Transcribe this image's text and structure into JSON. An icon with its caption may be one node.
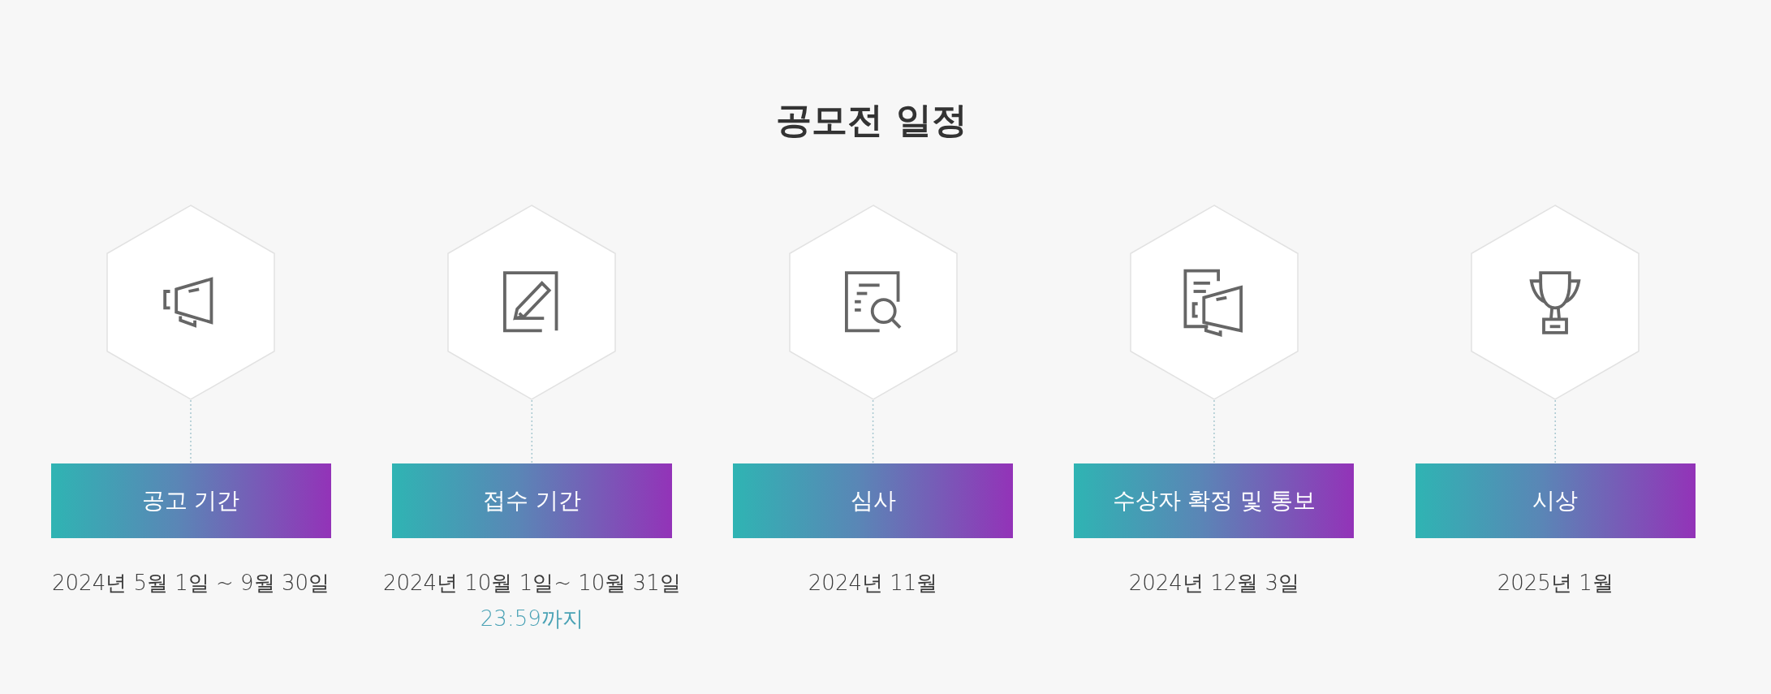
{
  "diagram": {
    "title": "공모전 일정",
    "nodes": [
      {
        "text": [],
        "shape": "hexagon"
      },
      {
        "text": [
          "공고 기간"
        ],
        "beside": [
          "2024년 5월 1일 ~ 9월 30일"
        ]
      },
      {
        "text": [],
        "shape": "hexagon"
      },
      {
        "text": [
          "접수 기간"
        ],
        "beside": [
          "2024년 10월 1일~ 10월 31일",
          "23:59까지"
        ]
      },
      {
        "text": [],
        "shape": "hexagon"
      },
      {
        "text": [
          "심사"
        ],
        "beside": [
          "2024년 11월"
        ]
      },
      {
        "text": [],
        "shape": "hexagon"
      },
      {
        "text": [
          "수상자 확정 및 통보"
        ],
        "beside": [
          "2024년 12월 3일"
        ]
      },
      {
        "text": [],
        "shape": "hexagon"
      },
      {
        "text": [
          "시상"
        ],
        "beside": [
          "2025년 1월"
        ]
      }
    ],
    "edges": [
      {
        "from": 0,
        "to": 1,
        "arrow": "none",
        "style": "dashed"
      },
      {
        "from": 2,
        "to": 3,
        "arrow": "none",
        "style": "dashed"
      },
      {
        "from": 4,
        "to": 5,
        "arrow": "none",
        "style": "dashed"
      },
      {
        "from": 6,
        "to": 7,
        "arrow": "none",
        "style": "dashed"
      },
      {
        "from": 8,
        "to": 9,
        "arrow": "none",
        "style": "dashed"
      }
    ]
  }
}
